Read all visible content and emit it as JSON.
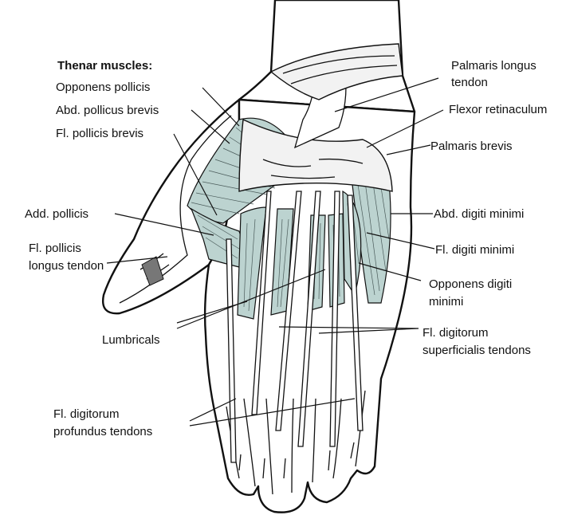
{
  "labels": {
    "thenar_heading": "Thenar muscles:",
    "opponens_pollicis": "Opponens pollicis",
    "abd_pollicus_brevis": "Abd. pollicus brevis",
    "fl_pollicis_brevis": "Fl. pollicis brevis",
    "add_pollicis": "Add. pollicis",
    "fl_pollicis_longus_1": "Fl. pollicis",
    "fl_pollicis_longus_2": "longus tendon",
    "lumbricals": "Lumbricals",
    "fl_dig_profundus_1": "Fl. digitorum",
    "fl_dig_profundus_2": "profundus tendons",
    "palmaris_longus_1": "Palmaris longus",
    "palmaris_longus_2": "tendon",
    "flexor_retinaculum": "Flexor retinaculum",
    "palmaris_brevis": "Palmaris brevis",
    "abd_digiti_minimi": "Abd. digiti minimi",
    "fl_digiti_minimi": "Fl. digiti minimi",
    "opponens_digiti_1": "Opponens digiti",
    "opponens_digiti_2": "minimi",
    "fl_dig_superficialis_1": "Fl. digitorum",
    "fl_dig_superficialis_2": "superficialis tendons"
  },
  "colors": {
    "muscle": "#bcd3d0",
    "outline": "#111111",
    "background": "#ffffff"
  }
}
